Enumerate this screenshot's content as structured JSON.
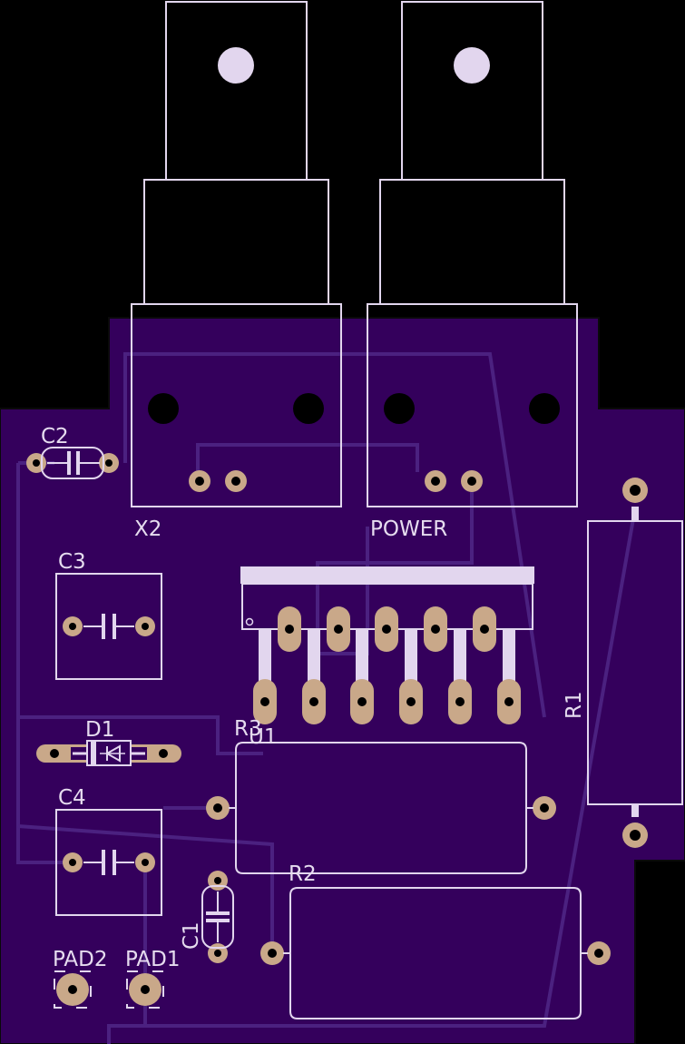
{
  "colors": {
    "background": "#000000",
    "board": "#34005c",
    "trace": "#4a1f80",
    "silkscreen": "#e2d6ee",
    "pad_copper": "#c9a889",
    "pad_ring": "#b8937a",
    "drill": "#000000"
  },
  "labels": {
    "x2": "X2",
    "power": "POWER",
    "c2": "C2",
    "c3": "C3",
    "c4": "C4",
    "d1": "D1",
    "r3": "R3",
    "u1": "U1",
    "r1": "R1",
    "r2": "R2",
    "c1": "C1",
    "pad1": "PAD1",
    "pad2": "PAD2"
  }
}
